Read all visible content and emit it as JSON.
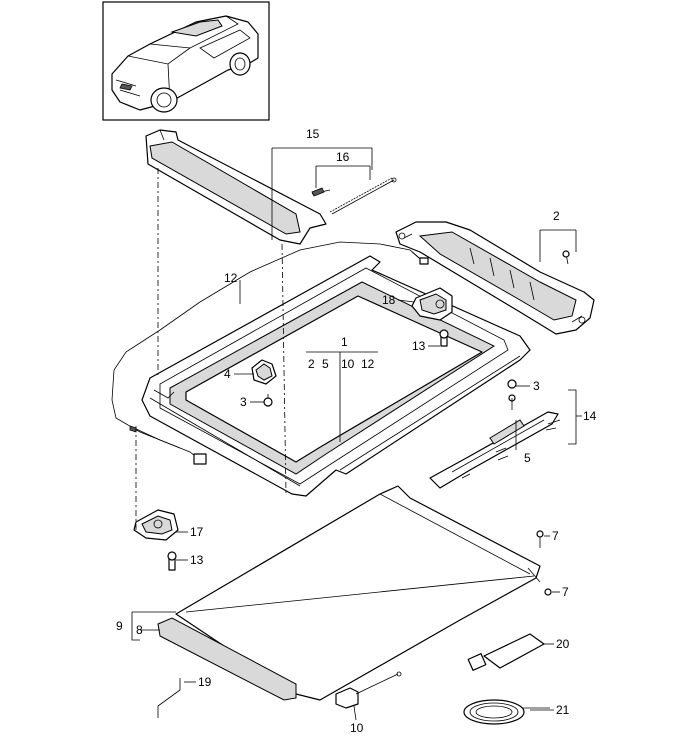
{
  "callouts": {
    "c1": "1",
    "c1_sub": [
      "2",
      "5",
      "10",
      "12"
    ],
    "c2": "2",
    "c3a": "3",
    "c3b": "3",
    "c4": "4",
    "c5": "5",
    "c7a": "7",
    "c7b": "7",
    "c8": "8",
    "c9": "9",
    "c10": "10",
    "c12": "12",
    "c13a": "13",
    "c13b": "13",
    "c14": "14",
    "c15": "15",
    "c16": "16",
    "c17": "17",
    "c18": "18",
    "c19": "19",
    "c20": "20",
    "c21": "21"
  },
  "icons": {
    "vehicle": "suv-vehicle-icon"
  }
}
